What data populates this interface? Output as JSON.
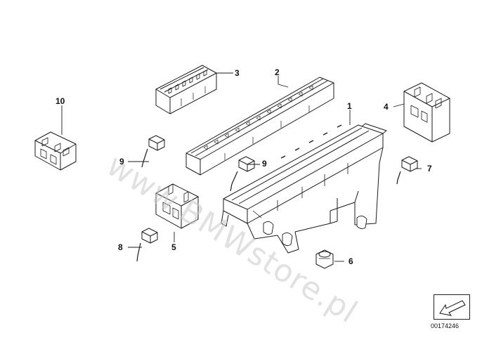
{
  "callouts": {
    "c1": "1",
    "c2": "2",
    "c3": "3",
    "c4": "4",
    "c5": "5",
    "c6": "6",
    "c7": "7",
    "c8": "8",
    "c9a": "9",
    "c9b": "9",
    "c10": "10"
  },
  "watermark": "www.BMWstore.pl",
  "doc_id": "00174246",
  "icons": {
    "nav": "arrow-nav-icon"
  }
}
